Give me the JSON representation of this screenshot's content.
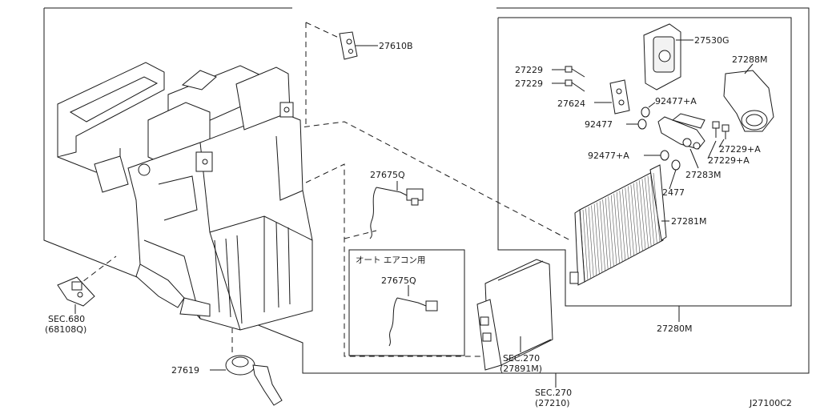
{
  "diagram_id": "J27100C2",
  "labels": {
    "p27610B": "27610B",
    "p27530G": "27530G",
    "p27288M": "27288M",
    "p27229_a": "27229",
    "p27229_b": "27229",
    "p27624": "27624",
    "p92477A_1": "92477+A",
    "p92477_1": "92477",
    "p27229A_1": "27229+A",
    "p27229A_2": "27229+A",
    "p92477A_2": "92477+A",
    "p27283M": "27283M",
    "p92477_2": "92477",
    "p27281M": "27281M",
    "p27280M": "27280M",
    "p27675Q_1": "27675Q",
    "auto_ac_caption": "オート エアコン用",
    "p27675Q_2": "27675Q",
    "sec680_line1": "SEC.680",
    "sec680_line2": "(68108Q)",
    "sec270a_line1": "SEC.270",
    "sec270a_line2": "(27891M)",
    "sec270b_line1": "SEC.270",
    "sec270b_line2": "(27210)",
    "p27619": "27619"
  }
}
